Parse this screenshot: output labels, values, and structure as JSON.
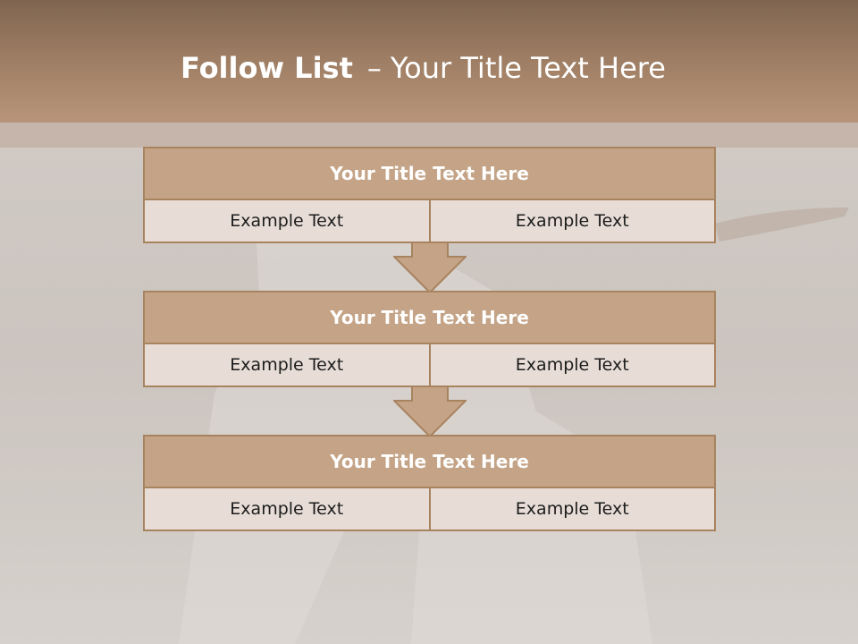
{
  "slide": {
    "title_bold": "Follow List",
    "title_separator": "–",
    "title_rest": "Your Title Text Here"
  },
  "steps": [
    {
      "title": "Your Title Text Here",
      "left": "Example Text",
      "right": "Example Text"
    },
    {
      "title": "Your Title Text Here",
      "left": "Example Text",
      "right": "Example Text"
    },
    {
      "title": "Your Title Text Here",
      "left": "Example Text",
      "right": "Example Text"
    }
  ],
  "colors": {
    "header_top": "#7f6550",
    "header_bottom": "#b8957a",
    "box_title_fill": "#c4a386",
    "box_border": "#a8835f",
    "box_cell_fill": "#e7ddd6",
    "arrow_fill": "#c4a386"
  }
}
